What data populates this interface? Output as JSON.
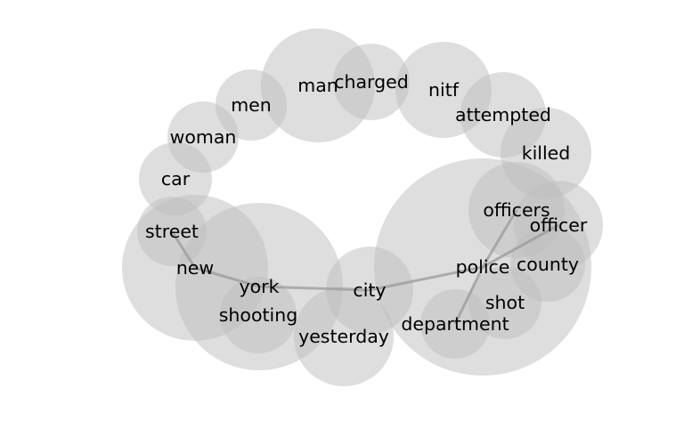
{
  "words": [
    {
      "id": "man",
      "label": "man"
    },
    {
      "id": "charged",
      "label": "charged"
    },
    {
      "id": "nitf",
      "label": "nitf"
    },
    {
      "id": "men",
      "label": "men"
    },
    {
      "id": "attempted",
      "label": "attempted"
    },
    {
      "id": "woman",
      "label": "woman"
    },
    {
      "id": "killed",
      "label": "killed"
    },
    {
      "id": "car",
      "label": "car"
    },
    {
      "id": "officers",
      "label": "officers"
    },
    {
      "id": "officer",
      "label": "officer"
    },
    {
      "id": "street",
      "label": "street"
    },
    {
      "id": "new",
      "label": "new"
    },
    {
      "id": "county",
      "label": "county"
    },
    {
      "id": "police",
      "label": "police"
    },
    {
      "id": "york",
      "label": "york"
    },
    {
      "id": "city",
      "label": "city"
    },
    {
      "id": "shot",
      "label": "shot"
    },
    {
      "id": "shooting",
      "label": "shooting"
    },
    {
      "id": "department",
      "label": "department"
    },
    {
      "id": "yesterday",
      "label": "yesterday"
    }
  ],
  "links": [
    [
      "street",
      "new"
    ],
    [
      "new",
      "york"
    ],
    [
      "york",
      "city"
    ],
    [
      "city",
      "police"
    ],
    [
      "police",
      "officers"
    ],
    [
      "police",
      "officer"
    ],
    [
      "police",
      "department"
    ]
  ]
}
